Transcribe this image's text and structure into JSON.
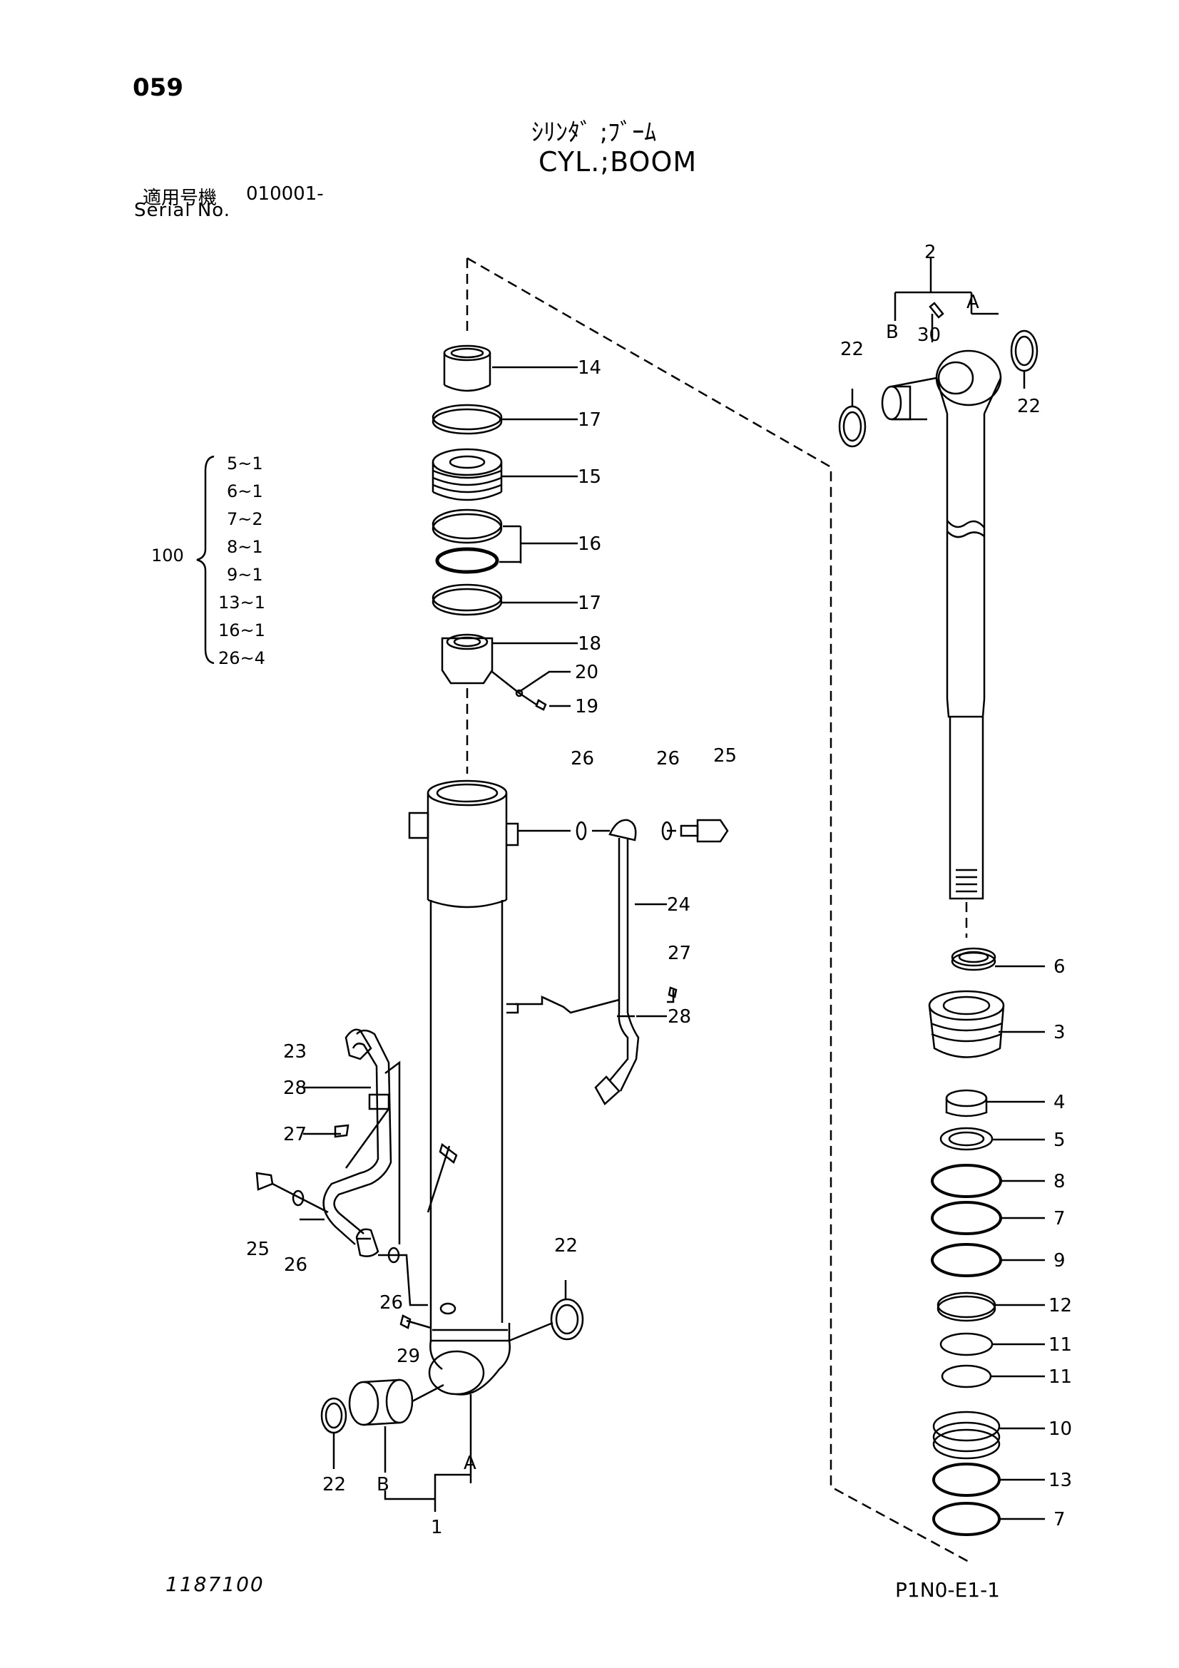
{
  "header": {
    "page_number": "059",
    "title_jp": "ｼﾘﾝﾀﾞ ;ﾌﾞｰﾑ",
    "title_en": "CYL.;BOOM",
    "serial_label_jp": "適用号機",
    "serial_value": "010001-",
    "serial_label_en": "Serial No."
  },
  "kit": {
    "label": "100",
    "items": [
      "5~1",
      "6~1",
      "7~2",
      "8~1",
      "9~1",
      "13~1",
      "16~1",
      "26~4"
    ]
  },
  "callouts": {
    "c14": "14",
    "c17a": "17",
    "c15": "15",
    "c16": "16",
    "c17b": "17",
    "c18": "18",
    "c20": "20",
    "c19": "19",
    "c26a": "26",
    "c26b": "26",
    "c25a": "25",
    "c24": "24",
    "c27a": "27",
    "c28a": "28",
    "c23": "23",
    "c28b": "28",
    "c27b": "27",
    "c25b": "25",
    "c26c": "26",
    "c26d": "26",
    "c29": "29",
    "c22a": "22",
    "c22b": "22",
    "cB1": "B",
    "cA1": "A",
    "c1": "1",
    "c2": "2",
    "cA2": "A",
    "cB2": "B",
    "c30": "30",
    "c22c": "22",
    "c22d": "22",
    "c6": "6",
    "c3": "3",
    "c4": "4",
    "c5": "5",
    "c8": "8",
    "c7a": "7",
    "c9": "9",
    "c12": "12",
    "c11a": "11",
    "c11b": "11",
    "c10": "10",
    "c13": "13",
    "c7b": "7"
  },
  "footer": {
    "drawing_number": "1187100",
    "sheet_code": "P1N0-E1-1"
  }
}
